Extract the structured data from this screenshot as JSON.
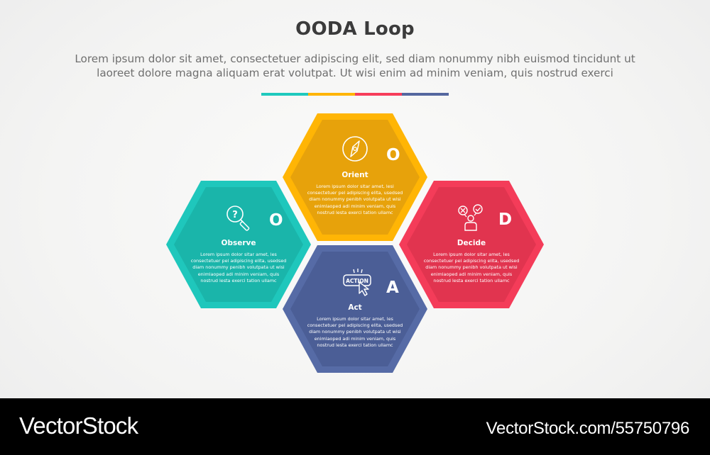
{
  "header": {
    "title": "OODA Loop",
    "subtitle_line1": "Lorem ipsum dolor sit amet, consectetuer adipiscing elit, sed diam nonummy nibh euismod tincidunt ut",
    "subtitle_line2": "laoreet dolore magna aliquam erat volutpat. Ut wisi enim ad minim veniam, quis nostrud exerci"
  },
  "divider": {
    "colors": [
      "#1fc9bd",
      "#ffb505",
      "#f73d5a",
      "#55679f"
    ]
  },
  "stages": {
    "observe": {
      "letter": "O",
      "label": "Observe",
      "icon": "magnifier-question-icon",
      "body": "Lorem ipsum dolor sitar amet, les consectetuer pel adipiscing elita, usedsed diam nonummy penibh volutpata ut wisi enimlaoped adi minim veniam, quis nostrud lesta exerci tation ullamc",
      "outer_color": "#1fc7bc",
      "inner_color": "#1ab5aa"
    },
    "orient": {
      "letter": "O",
      "label": "Orient",
      "icon": "compass-icon",
      "body": "Lorem ipsum dolor sitar amet, lesi consectetuer pel adipiscing elita, usedsed diam nonummy penibh volutpata ut wisi enimlaoped adi minim veniam, quis nostrud lesta exerci tation ullamc",
      "outer_color": "#ffb505",
      "inner_color": "#e7a20b"
    },
    "decide": {
      "letter": "D",
      "label": "Decide",
      "icon": "person-decision-icon",
      "body": "Lorem ipsum dolor sitar amet, les consectetuer pel adipiscing elita, usedsed diam nonummy penibh volutpata ut wisi enimlaoped adi minim veniam, quis nostrud lesta exerci tation ullamc",
      "outer_color": "#f43c59",
      "inner_color": "#e1344f"
    },
    "act": {
      "letter": "A",
      "label": "Act",
      "icon": "action-button-cursor-icon",
      "icon_text": "ACTION",
      "body": "Lorem ipsum dolor sitar amet, les consectetuer pel adipiscing elita, usedsed diam nonummy penibh volutpata ut wisi enimlaoped adi minim veniam, quis nostrud lesta exerci tation ullamc",
      "outer_color": "#566ba6",
      "inner_color": "#4b5e96"
    }
  },
  "footer": {
    "brand": "VectorStock",
    "url": "VectorStock.com/55750796"
  }
}
